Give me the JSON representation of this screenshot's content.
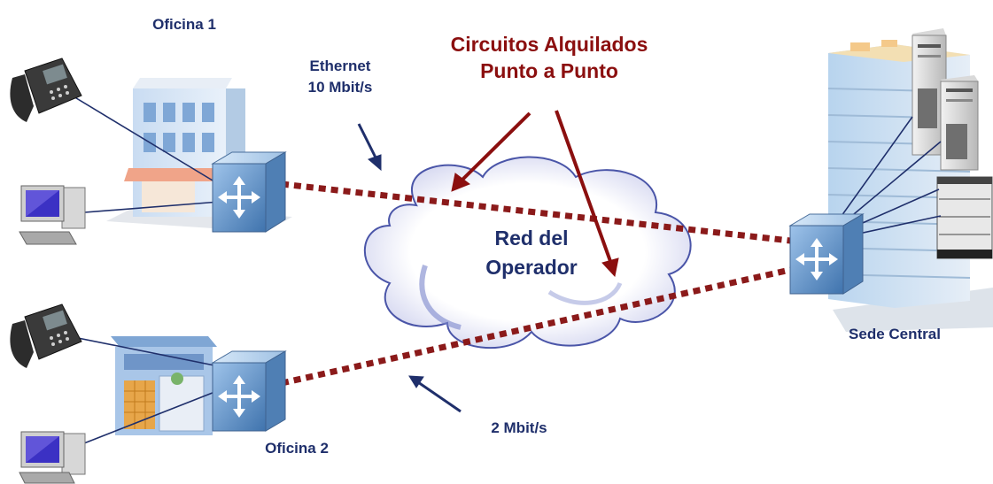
{
  "labels": {
    "office1": "Oficina 1",
    "office2": "Oficina 2",
    "headquarters": "Sede Central",
    "ethernet_line1": "Ethernet",
    "ethernet_line2": "10 Mbit/s",
    "circuits_line1": "Circuitos Alquilados",
    "circuits_line2": "Punto a Punto",
    "cloud_line1": "Red del",
    "cloud_line2": "Operador",
    "bandwidth_2m": "2 Mbit/s"
  },
  "colors": {
    "label_navy": "#1f2f6b",
    "circuit_red": "#8b0f0f",
    "link_dashed": "#8b1a1a",
    "switch_blue": "#5b8fc7",
    "cloud_outline": "#4a55a8"
  },
  "icons": [
    "phone-icon",
    "computer-icon",
    "office-building-icon",
    "retail-store-icon",
    "switch-icon",
    "operator-cloud",
    "hq-tower-icon",
    "server-icon"
  ]
}
